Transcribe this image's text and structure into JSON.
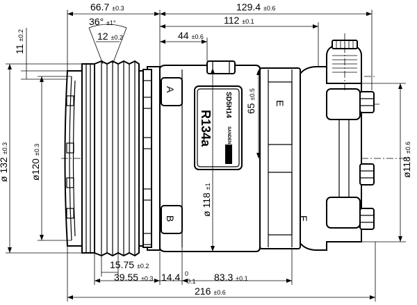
{
  "dimensions": {
    "pulley_overall": {
      "value": "66.7",
      "tol": "±0.3"
    },
    "body_overall": {
      "value": "129.4",
      "tol": "±0.6"
    },
    "body_length": {
      "value": "112",
      "tol": "±0.1"
    },
    "clutch_offset": {
      "value": "44",
      "tol": "±0.6"
    },
    "groove_angle": {
      "value": "36°",
      "tol": "±1°"
    },
    "groove_width": {
      "value": "12",
      "tol": "±0.2"
    },
    "hub_depth": {
      "value": "11",
      "tol": "±0.2"
    },
    "pulley_dia_outer": {
      "value": "ø 132",
      "tol": "±0.3"
    },
    "pulley_dia_inner": {
      "value": "ø120",
      "tol": "±0.3"
    },
    "mount_height": {
      "value": "65",
      "tol": "±0.5"
    },
    "body_dia": {
      "value": "ø 118",
      "tol": "±1"
    },
    "rear_dia": {
      "value": "ø118",
      "tol": "±0.6"
    },
    "groove_spacing": {
      "value": "15.75",
      "tol": "±0.2"
    },
    "pulley_front": {
      "value": "39.55",
      "tol": "±0.3"
    },
    "flange_gap": {
      "value": "14.4",
      "tol_upper": "0",
      "tol_lower": "-0.1"
    },
    "ear_spacing": {
      "value": "83.3",
      "tol": "±0.1"
    },
    "overall_length": {
      "value": "216",
      "tol": "±0.6"
    }
  },
  "labels": {
    "ear_a": "A",
    "ear_b": "B",
    "ear_e": "E",
    "ear_f": "F"
  },
  "nameplate": {
    "model": "SD5H14",
    "refrigerant": "R134a",
    "brand": "SANDEN"
  }
}
